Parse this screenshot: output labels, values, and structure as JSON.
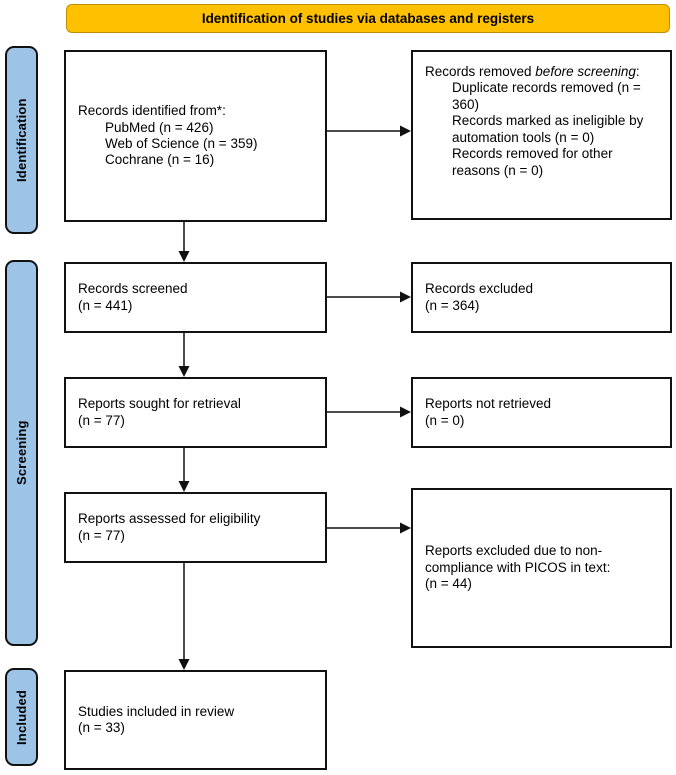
{
  "banner": {
    "label": "Identification of studies via databases and registers"
  },
  "sidebar": {
    "labels": [
      {
        "id": "identification",
        "label": "Identification"
      },
      {
        "id": "screening",
        "label": "Screening"
      },
      {
        "id": "included",
        "label": "Included"
      }
    ]
  },
  "boxes": {
    "identified": {
      "title": "Records identified from*:",
      "items": [
        "PubMed (n = 426)",
        "Web of Science (n = 359)",
        "Cochrane (n = 16)"
      ]
    },
    "removed": {
      "title_prefix": "Records removed ",
      "title_italic": "before screening",
      "title_suffix": ":",
      "items": [
        "Duplicate records removed (n = 360)",
        "Records marked as ineligible by automation tools (n = 0)",
        "Records removed for other reasons (n = 0)"
      ]
    },
    "screened": {
      "line1": "Records screened",
      "line2": "(n = 441)"
    },
    "excluded": {
      "line1": "Records excluded",
      "line2": "(n = 364)"
    },
    "sought": {
      "line1": "Reports sought for retrieval",
      "line2": "(n = 77)"
    },
    "not_retrieved": {
      "line1": "Reports not retrieved",
      "line2": "(n = 0)"
    },
    "assessed": {
      "line1": "Reports assessed for eligibility",
      "line2": "(n = 77)"
    },
    "excluded_picos": {
      "line1": "Reports excluded due to non-compliance with PICOS in text:",
      "line2": "(n = 44)"
    },
    "included_review": {
      "line1": "Studies included in review",
      "line2": "(n = 33)"
    }
  },
  "colors": {
    "banner_bg": "#FFC000",
    "banner_border": "#BF8F00",
    "sidebar_bg": "#9DC3E6",
    "box_border": "#111111",
    "arrow": "#111111"
  }
}
